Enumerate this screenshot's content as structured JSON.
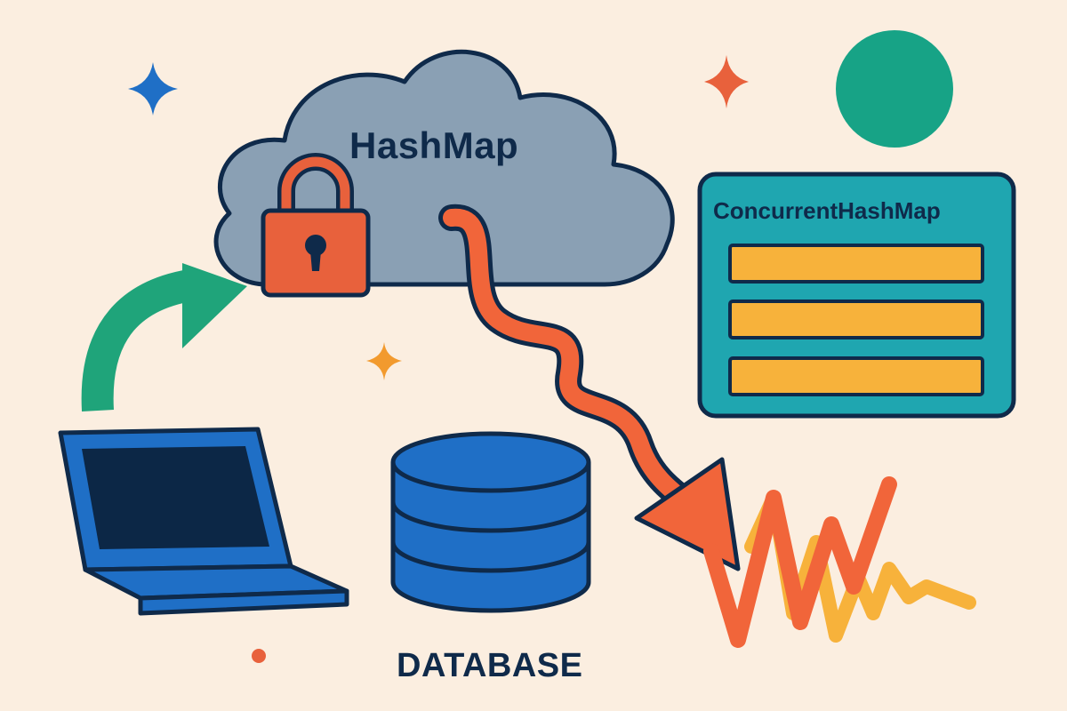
{
  "diagram": {
    "cloud_label": "HashMap",
    "concurrent_label": "ConcurrentHashMap",
    "database_label": "DATABASE"
  },
  "colors": {
    "background": "#fbeee0",
    "outline": "#0f2a4a",
    "cloud": "#8aa0b4",
    "lock": "#e8613c",
    "arrow_green": "#1fa47a",
    "device_blue": "#1f6fc6",
    "panel_teal": "#1fa6b0",
    "panel_bars": "#f7b23b",
    "wave_orange": "#f1653a",
    "wave_yellow": "#f7b23b",
    "circle_green": "#17a386",
    "sparkle_blue": "#1f6fc6"
  },
  "icons": [
    "cloud-icon",
    "lock-icon",
    "laptop-icon",
    "database-icon",
    "curved-arrow-icon",
    "wavy-arrow-icon",
    "wave-graph-icon",
    "sparkle-icon",
    "circle-icon"
  ]
}
